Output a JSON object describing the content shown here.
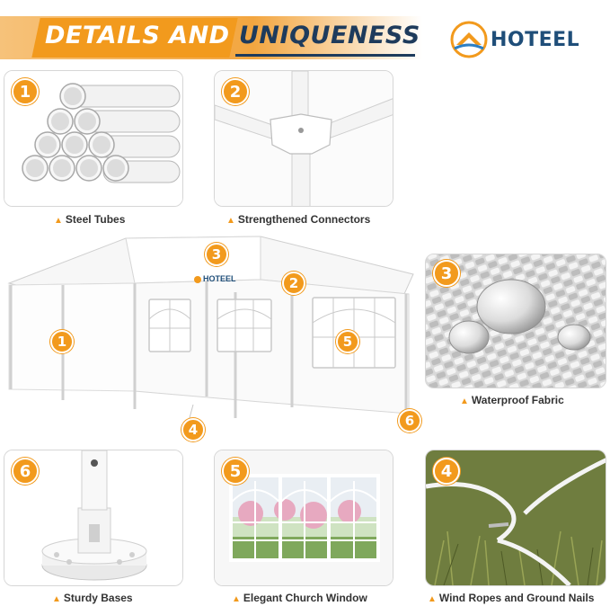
{
  "header": {
    "title_left": "DETAILS AND",
    "title_right": "UNIQUENESS",
    "brand": "HOTEEL"
  },
  "colors": {
    "accent": "#f29a1d",
    "navy": "#1e3b5c",
    "brand_blue": "#1f4e79"
  },
  "features": [
    {
      "number": "1",
      "caption": "Steel Tubes"
    },
    {
      "number": "2",
      "caption": "Strengthened Connectors"
    },
    {
      "number": "3",
      "caption": "Waterproof Fabric"
    },
    {
      "number": "6",
      "caption": "Sturdy Bases"
    },
    {
      "number": "5",
      "caption": "Elegant Church Window"
    },
    {
      "number": "4",
      "caption": "Wind Ropes and Ground Nails"
    }
  ],
  "tent": {
    "logo_text": "HOTEEL",
    "markers": [
      "3",
      "2",
      "1",
      "5",
      "4",
      "6"
    ]
  }
}
